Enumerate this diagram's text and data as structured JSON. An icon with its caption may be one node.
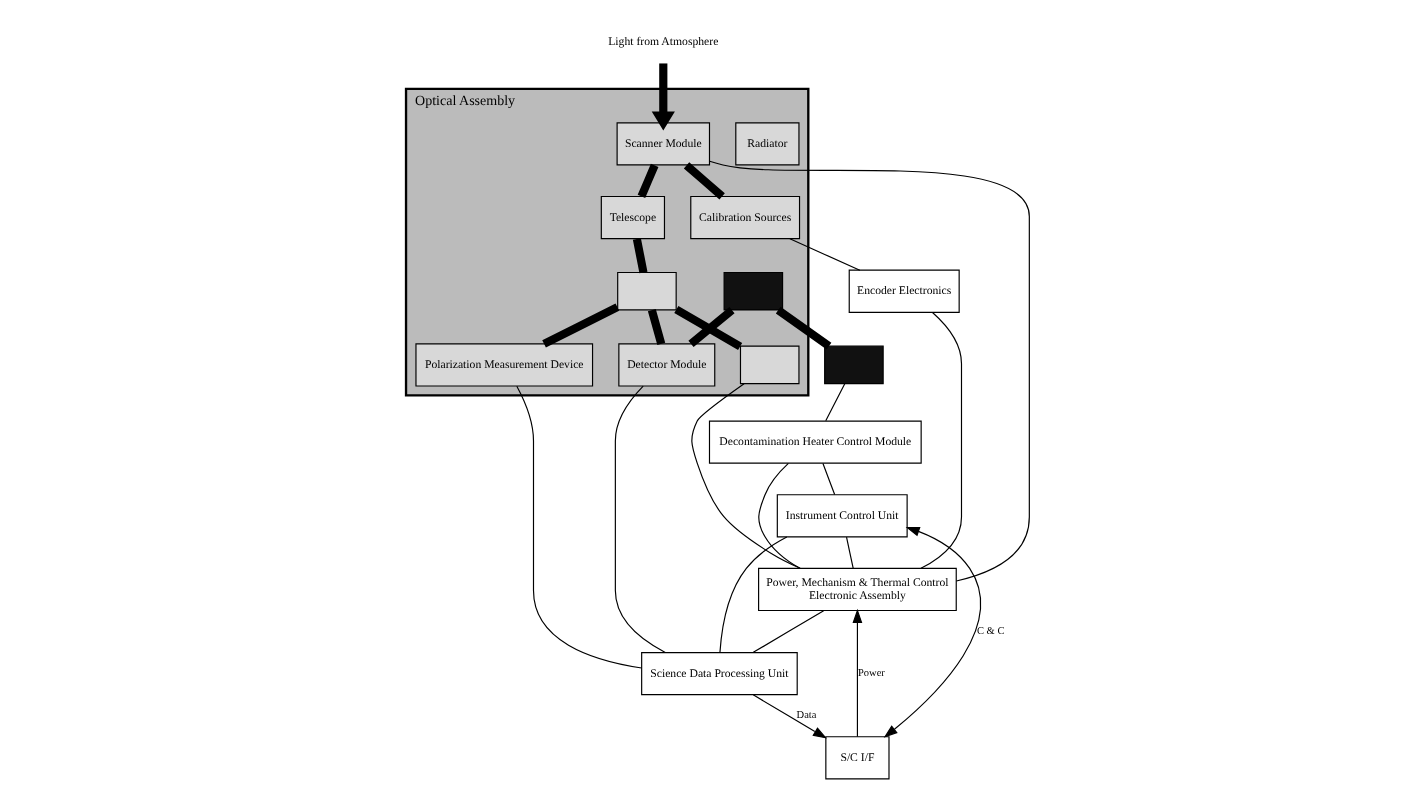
{
  "diagram": {
    "nodes": [
      {
        "text": [
          "Optical Assembly"
        ]
      },
      {
        "text": [
          "Radiator"
        ],
        "in": 0
      },
      {
        "text": [],
        "shape": "box",
        "in": 0
      },
      {
        "text": [
          "Scanner Module"
        ],
        "in": 0
      },
      {
        "text": [
          "Telescope"
        ],
        "in": 0
      },
      {
        "text": [],
        "shape": "box",
        "in": 0
      },
      {
        "text": [
          "Calibration Sources"
        ],
        "in": 0
      },
      {
        "text": [],
        "shape": "box",
        "in": 0
      },
      {
        "text": [
          "Polarization Measurement Device"
        ],
        "in": 0
      },
      {
        "text": [
          "Detector Module"
        ],
        "in": 0
      },
      {
        "text": [],
        "shape": "box"
      },
      {
        "text": [
          "Decontamination Heater Control Module"
        ]
      },
      {
        "text": [
          "Instrument Control Unit"
        ]
      },
      {
        "text": [
          "Encoder Electronics"
        ]
      },
      {
        "text": [
          "Power, Mechanism & Thermal Control",
          "Electronic Assembly"
        ]
      },
      {
        "text": [
          "Science Data Processing Unit"
        ]
      },
      {
        "text": [
          "S/C I/F"
        ]
      },
      {
        "text": [
          "Light from Atmosphere"
        ]
      }
    ],
    "edges": [
      {
        "from": 17,
        "to": 3,
        "arrow": "to",
        "style": "thick"
      },
      {
        "from": 3,
        "to": 4,
        "arrow": "none",
        "style": "thick"
      },
      {
        "from": 4,
        "to": 5,
        "arrow": "none",
        "style": "thick"
      },
      {
        "from": 3,
        "to": 6,
        "arrow": "none",
        "style": "thick"
      },
      {
        "from": 5,
        "to": 9,
        "arrow": "none",
        "style": "thick"
      },
      {
        "from": 5,
        "to": 7,
        "arrow": "none",
        "style": "thick"
      },
      {
        "from": 5,
        "to": 8,
        "arrow": "none",
        "style": "thick"
      },
      {
        "from": 2,
        "to": 9,
        "arrow": "none",
        "style": "thick"
      },
      {
        "from": 2,
        "to": 10,
        "arrow": "none",
        "style": "thick"
      },
      {
        "from": 10,
        "to": 11,
        "arrow": "none"
      },
      {
        "from": 11,
        "to": 12,
        "arrow": "none"
      },
      {
        "from": 11,
        "to": 14,
        "arrow": "none"
      },
      {
        "from": 6,
        "to": 13,
        "arrow": "none"
      },
      {
        "from": 3,
        "to": 14,
        "arrow": "none"
      },
      {
        "from": 7,
        "to": 14,
        "arrow": "none"
      },
      {
        "from": 8,
        "to": 15,
        "arrow": "none"
      },
      {
        "from": 9,
        "to": 15,
        "arrow": "none"
      },
      {
        "from": 12,
        "to": 14,
        "arrow": "none"
      },
      {
        "from": 12,
        "to": 15,
        "arrow": "none"
      },
      {
        "from": 13,
        "to": 14,
        "arrow": "none"
      },
      {
        "from": 14,
        "to": 15,
        "arrow": "none"
      },
      {
        "from": 15,
        "to": 16,
        "arrow": "to",
        "label": "Data"
      },
      {
        "from": 12,
        "to": 16,
        "arrow": "both",
        "label": "C & C"
      },
      {
        "from": 16,
        "to": 14,
        "arrow": "to",
        "label": "Power"
      }
    ]
  }
}
